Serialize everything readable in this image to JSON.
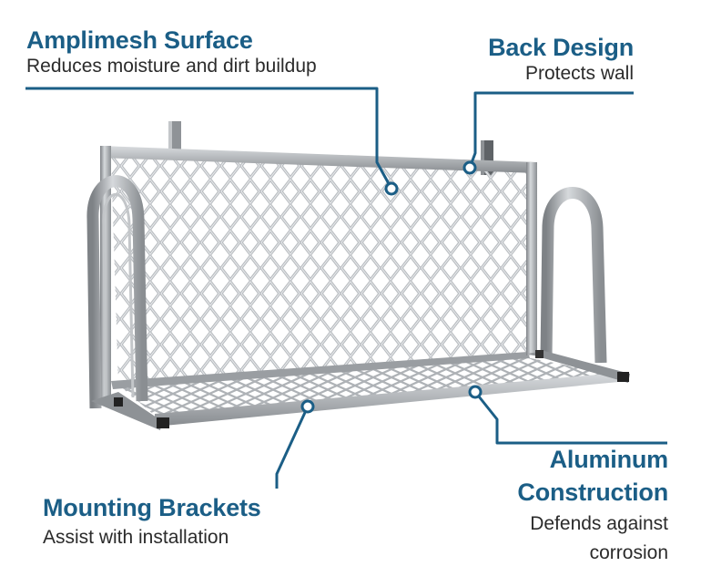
{
  "callouts": {
    "surface": {
      "title": "Amplimesh Surface",
      "desc": "Reduces moisture and dirt buildup"
    },
    "back": {
      "title": "Back Design",
      "desc": "Protects wall"
    },
    "aluminum": {
      "title_1": "Aluminum",
      "title_2": "Construction",
      "desc_1": "Defends against",
      "desc_2": "corrosion"
    },
    "brackets": {
      "title": "Mounting Brackets",
      "desc": "Assist with installation"
    }
  },
  "colors": {
    "accent": "#1b5e86",
    "text": "#2b2b2b",
    "metal": "#a9adb1",
    "metal_dark": "#6f7377",
    "background": "#ffffff"
  },
  "icons": [
    "callout-dot-icon"
  ]
}
